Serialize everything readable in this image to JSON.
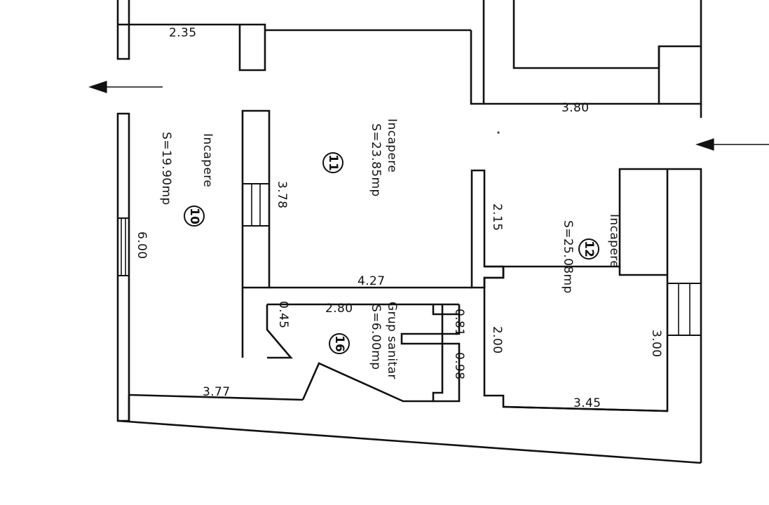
{
  "drawing": {
    "type": "architectural-floor-plan",
    "language": "ro",
    "background_color": "#ffffff",
    "line_color": "#111111"
  },
  "rooms": [
    {
      "number": "10",
      "label": "Incapere",
      "area_label": "S=19.90mp",
      "area_value": 19.9,
      "area_unit": "mp"
    },
    {
      "number": "11",
      "label": "Incapere",
      "area_label": "S=23.85mp",
      "area_value": 23.85,
      "area_unit": "mp"
    },
    {
      "number": "12",
      "label": "Incapere",
      "area_label": "S=25.08mp",
      "area_value": 25.08,
      "area_unit": "mp"
    },
    {
      "number": "16",
      "label": "Grup sanitar",
      "area_label": "S=6.00mp",
      "area_value": 6.0,
      "area_unit": "mp"
    }
  ],
  "dimensions": {
    "top_left": "2.35",
    "top_right": "3.80",
    "left_wall": "6.00",
    "mid_wall": "3.78",
    "room11_bottom": "4.27",
    "room12_upper_left": "2.15",
    "room12_lower_left": "2.00",
    "room12_right": "3.00",
    "room12_bottom": "3.45",
    "wc_top": "2.80",
    "wc_angle": "0.45",
    "wc_stall_upper": "0.81",
    "wc_stall_lower": "0.98",
    "bottom_left": "3.77"
  },
  "annotations": {
    "arrow_left_name": "direction-arrow-left",
    "arrow_right_name": "direction-arrow-right"
  }
}
